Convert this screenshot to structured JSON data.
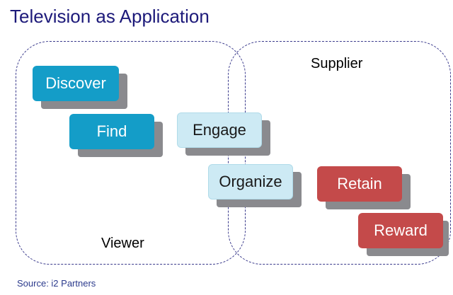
{
  "title": "Television as Application",
  "regions": {
    "viewer": "Viewer",
    "supplier": "Supplier"
  },
  "stages": [
    {
      "label": "Discover",
      "group": "viewer"
    },
    {
      "label": "Find",
      "group": "viewer"
    },
    {
      "label": "Engage",
      "group": "overlap"
    },
    {
      "label": "Organize",
      "group": "overlap"
    },
    {
      "label": "Retain",
      "group": "supplier"
    },
    {
      "label": "Reward",
      "group": "supplier"
    }
  ],
  "source": "Source: i2 Partners",
  "colors": {
    "viewer_box": "#149dc8",
    "overlap_box": "#cdeaf4",
    "supplier_box": "#c44a4a",
    "shadow": "#8a8a8e",
    "dashed_border": "#3a3a8c",
    "title": "#1d1a7a"
  }
}
